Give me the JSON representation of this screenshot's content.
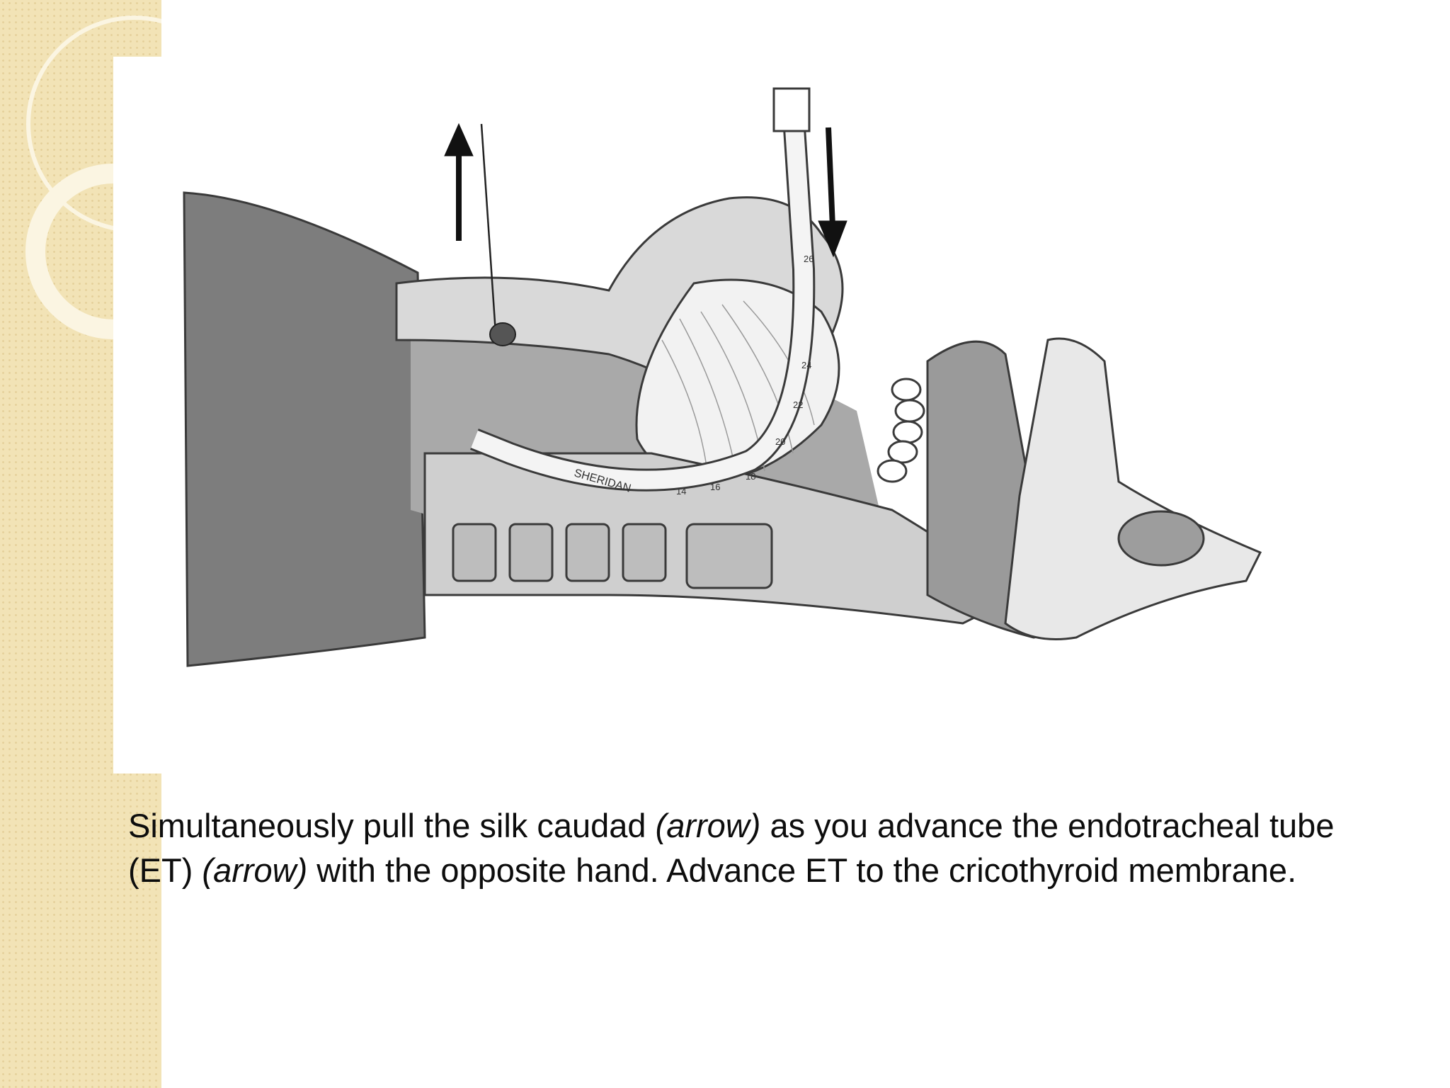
{
  "caption": {
    "part1": "Simultaneously pull the silk caudad ",
    "arrow1": "(arrow)",
    "part2": " as you advance the endotracheal tube (ET) ",
    "arrow2": "(arrow)",
    "part3": " with the opposite hand. Advance ET to the cricothyroid membrane."
  },
  "figure": {
    "tube_brand": "SHERIDAN",
    "tube_marks": [
      "14",
      "16",
      "18",
      "20",
      "22",
      "24",
      "26"
    ]
  },
  "colors": {
    "strip": "#f2e3b6",
    "ring": "#faf3dc",
    "tissue": "#c8c8c8",
    "dark_tissue": "#7e7e7e",
    "line": "#3a3a3a"
  }
}
